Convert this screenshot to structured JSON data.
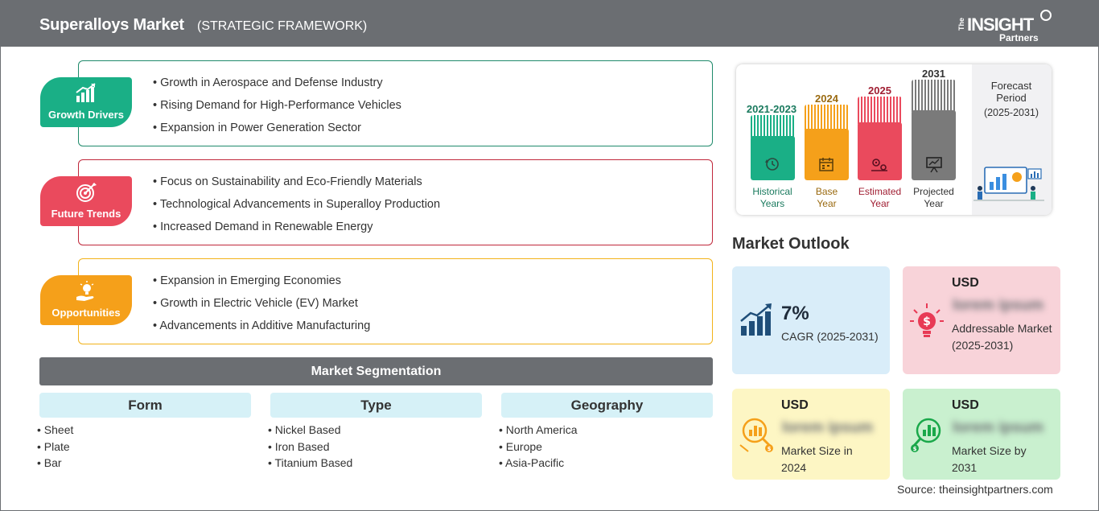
{
  "header": {
    "title": "Superalloys Market",
    "subtitle": "(STRATEGIC FRAMEWORK)",
    "logo_the": "The",
    "logo_insight": "INSIGHT",
    "logo_partners": "Partners"
  },
  "framework": [
    {
      "label": "Growth Drivers",
      "color": "#1aaf86",
      "border": "#1f8a6b",
      "icon": "growth-chart-icon",
      "items": [
        "Growth in Aerospace and Defense Industry",
        "Rising Demand for High-Performance Vehicles",
        "Expansion in Power Generation Sector"
      ]
    },
    {
      "label": "Future Trends",
      "color": "#ea4a5d",
      "border": "#c0283b",
      "icon": "target-icon",
      "items": [
        "Focus on Sustainability and Eco-Friendly Materials",
        "Technological Advancements in Superalloy Production",
        "Increased Demand in Renewable Energy"
      ]
    },
    {
      "label": "Opportunities",
      "color": "#f5a01a",
      "border": "#f2b31a",
      "icon": "idea-hand-icon",
      "items": [
        "Expansion in Emerging Economies",
        "Growth in Electric Vehicle (EV) Market",
        "Advancements in Additive Manufacturing"
      ]
    }
  ],
  "segmentation": {
    "title": "Market Segmentation",
    "columns": [
      {
        "head": "Form",
        "items": [
          "Sheet",
          "Plate",
          "Bar"
        ]
      },
      {
        "head": "Type",
        "items": [
          "Nickel Based",
          "Iron Based",
          "Titanium Based"
        ]
      },
      {
        "head": "Geography",
        "items": [
          "North America",
          "Europe",
          "Asia-Pacific"
        ]
      }
    ]
  },
  "timeline": {
    "columns": [
      {
        "year": "2021-2023",
        "label1": "Historical",
        "label2": "Years",
        "color": "#1aaf86",
        "year_color": "#1a7a5e",
        "icon": "history-icon"
      },
      {
        "year": "2024",
        "label1": "Base",
        "label2": "Year",
        "color": "#f5a01a",
        "year_color": "#9a6a10",
        "icon": "calendar-icon"
      },
      {
        "year": "2025",
        "label1": "Estimated",
        "label2": "Year",
        "color": "#ea4a5d",
        "year_color": "#a01e32",
        "icon": "gears-icon"
      },
      {
        "year": "2031",
        "label1": "Projected",
        "label2": "Year",
        "color": "#7a7a7a",
        "year_color": "#333333",
        "icon": "presentation-icon"
      }
    ],
    "forecast_label": "Forecast Period",
    "forecast_range": "(2025-2031)"
  },
  "outlook": {
    "title": "Market Outlook",
    "cards": [
      {
        "value": "7%",
        "desc": "CAGR (2025-2031)",
        "bg": "#d9edf9",
        "icon": "bar-growth-icon"
      },
      {
        "usd": "USD",
        "blurred": "lorem ipsum",
        "desc": "Addressable Market (2025-2031)",
        "bg": "#f8d3d9",
        "icon": "dollar-bulb-icon"
      },
      {
        "usd": "USD",
        "blurred": "lorem ipsum",
        "desc": "Market Size in 2024",
        "bg": "#fdf6c4",
        "icon": "coin-chart-icon"
      },
      {
        "usd": "USD",
        "blurred": "lorem ipsum",
        "desc": "Market Size by 2031",
        "bg": "#c9f0cf",
        "icon": "money-chart-icon"
      }
    ]
  },
  "source": "Source: theinsightpartners.com"
}
